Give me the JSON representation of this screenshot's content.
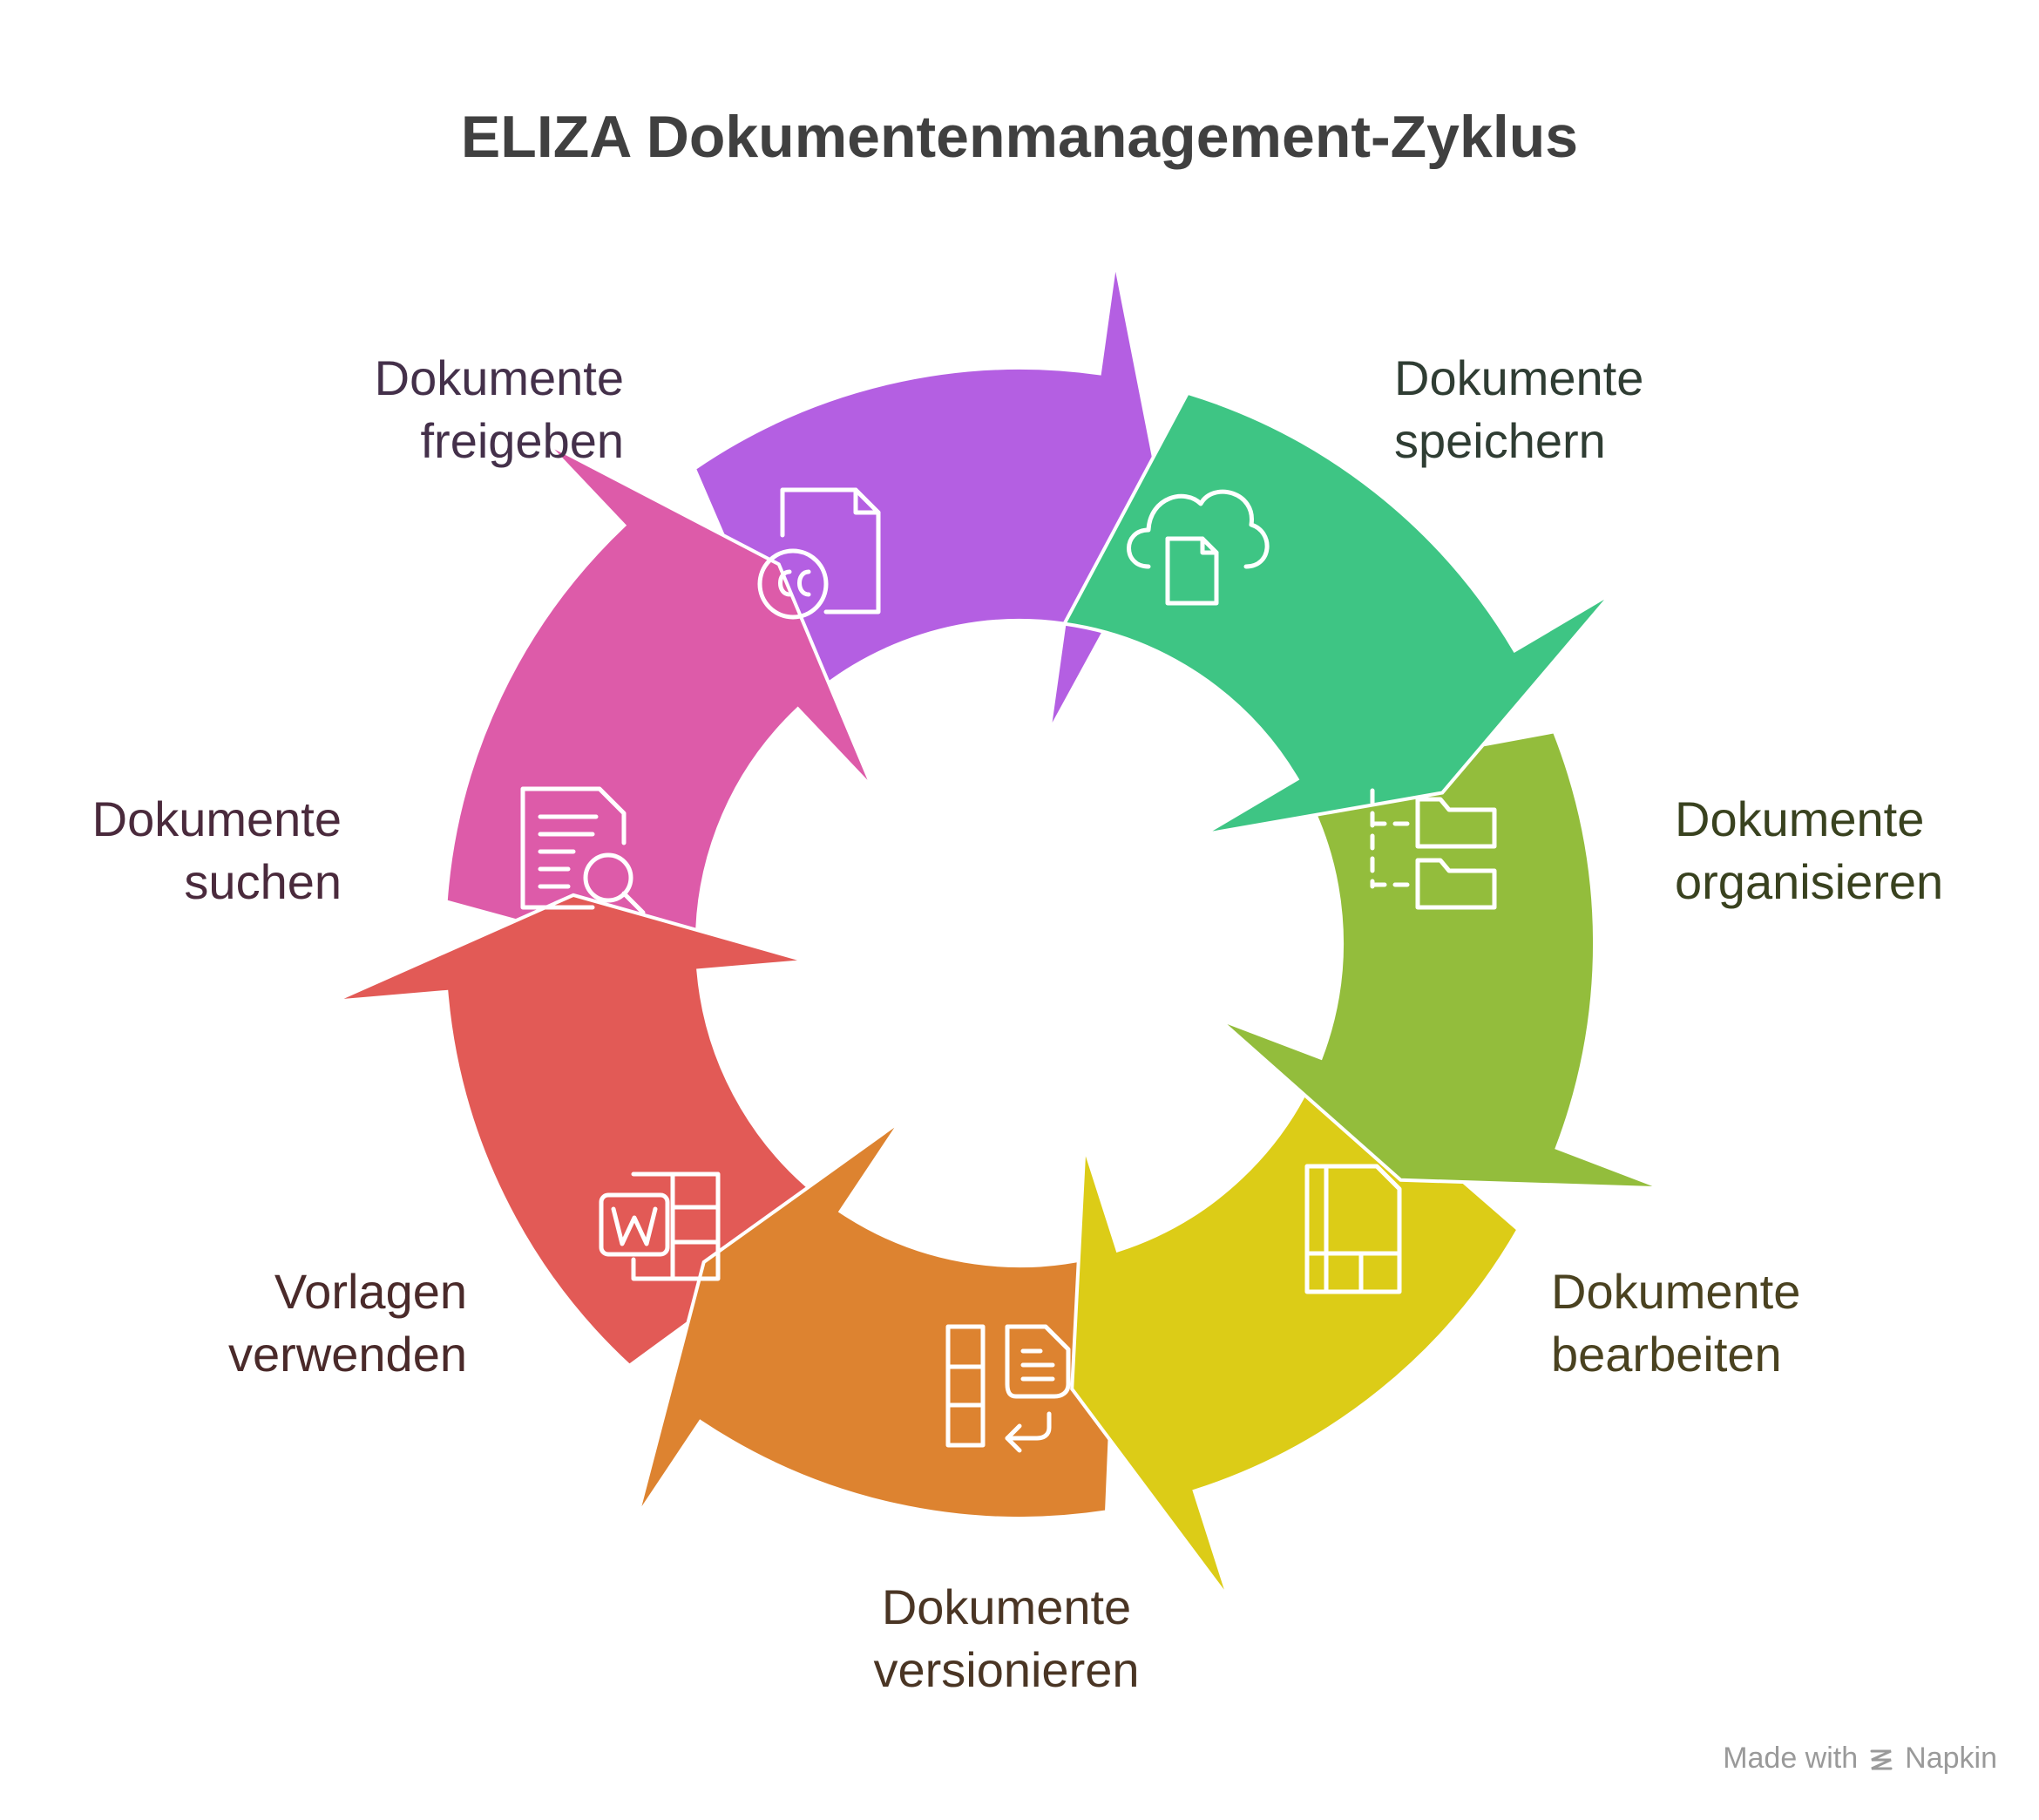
{
  "title": "ELIZA Dokumentenmanagement-Zyklus",
  "steps": [
    {
      "line1": "Dokumente",
      "line2": "speichern",
      "color": "#3ec584",
      "text_color": "#2f3d33",
      "icon": "cloud-document-icon"
    },
    {
      "line1": "Dokumente",
      "line2": "organisieren",
      "color": "#93bd3c",
      "text_color": "#39421f",
      "icon": "folder-tree-icon"
    },
    {
      "line1": "Dokumente",
      "line2": "bearbeiten",
      "color": "#dccc17",
      "text_color": "#4a4220",
      "icon": "document-edit-icon"
    },
    {
      "line1": "Dokumente",
      "line2": "versionieren",
      "color": "#dd8330",
      "text_color": "#4a3524",
      "icon": "version-history-icon"
    },
    {
      "line1": "Vorlagen",
      "line2": "verwenden",
      "color": "#e25a56",
      "text_color": "#4a2a2a",
      "icon": "word-template-icon"
    },
    {
      "line1": "Dokumente",
      "line2": "suchen",
      "color": "#dd5ba9",
      "text_color": "#4a2a3c",
      "icon": "document-search-icon"
    },
    {
      "line1": "Dokumente",
      "line2": "freigeben",
      "color": "#b45fe2",
      "text_color": "#44304a",
      "icon": "document-share-icon"
    }
  ],
  "footer": {
    "made_with": "Made with",
    "brand": "Napkin"
  }
}
